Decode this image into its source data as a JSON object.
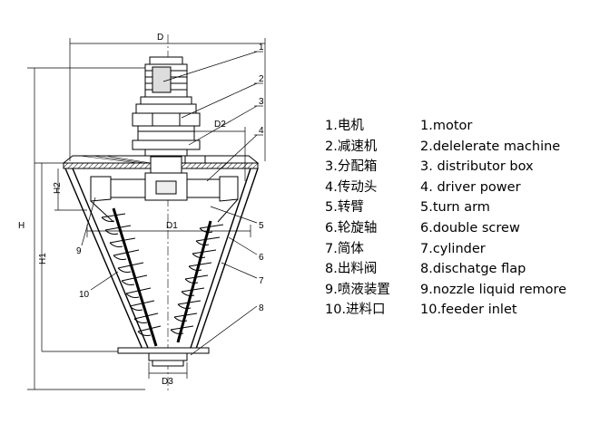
{
  "dimension_labels": {
    "D": "D",
    "D1": "D1",
    "D2": "D2",
    "D3": "D3",
    "H": "H",
    "H1": "H1",
    "H2": "H2"
  },
  "callouts": {
    "c1": "1",
    "c2": "2",
    "c3": "3",
    "c4": "4",
    "c5": "5",
    "c6": "6",
    "c7": "7",
    "c8": "8",
    "c9": "9",
    "c10": "10"
  },
  "legend_cn": [
    "1.电机",
    "2.减速机",
    "3.分配箱",
    "4.传动头",
    "5.转臂",
    "6.轮旋轴",
    "7.简体",
    "8.出料阀",
    "9.喷液装置",
    "10.进料口"
  ],
  "legend_en": [
    "1.motor",
    "2.delelerate machine",
    "3. distributor box",
    "4. driver power",
    "5.turn arm",
    "6.double screw",
    "7.cylinder",
    "8.dischatge flap",
    "9.nozzle liquid remore",
    "10.feeder inlet"
  ]
}
